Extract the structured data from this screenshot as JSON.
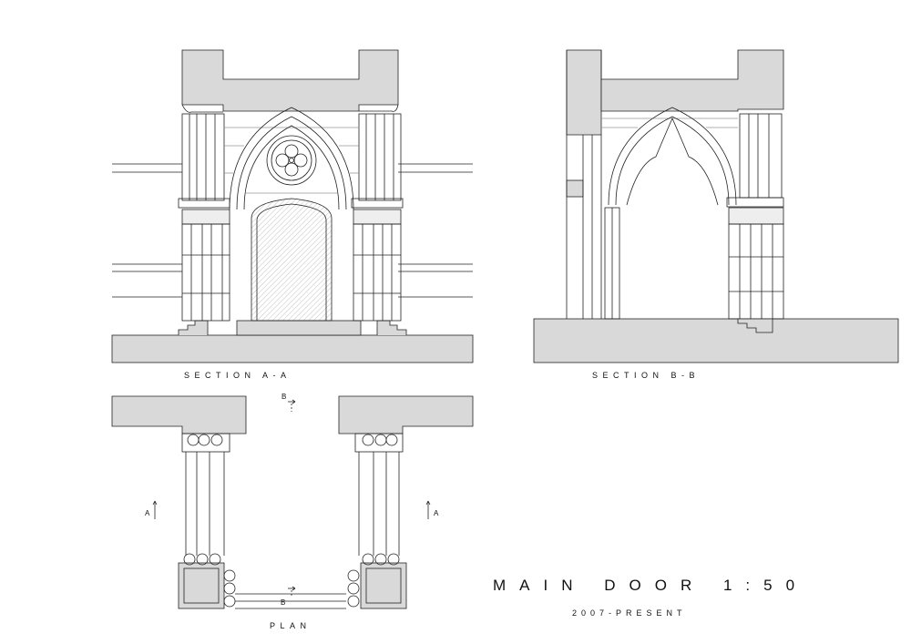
{
  "sheet": {
    "title": "MAIN DOOR 1:50",
    "subtitle": "2007-PRESENT"
  },
  "views": {
    "section_a": {
      "label": "SECTION A-A"
    },
    "section_b": {
      "label": "SECTION B-B"
    },
    "plan": {
      "label": "PLAN",
      "cut_marks": {
        "a_left": "A",
        "a_right": "A",
        "b_top": "B",
        "b_bottom": "B"
      }
    }
  },
  "colors": {
    "poche": "#d9d9d9",
    "line": "#222222",
    "hatch": "#888888"
  }
}
